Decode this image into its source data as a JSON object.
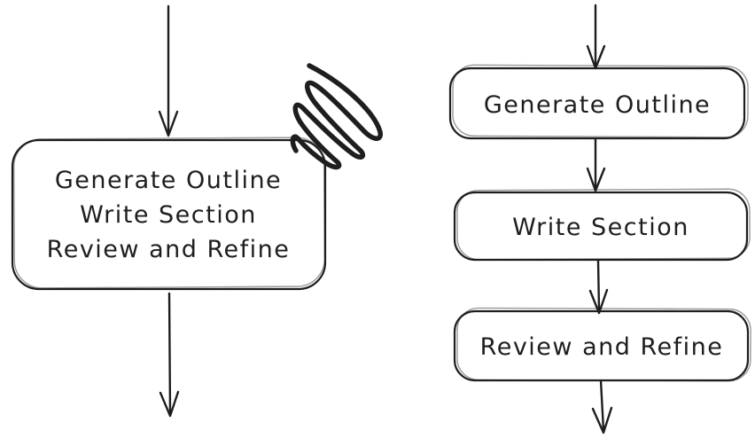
{
  "colors": {
    "stroke": "#1e1e1e",
    "background": "#ffffff"
  },
  "left_flow": {
    "description": "single combined process box",
    "combined_box": {
      "lines": [
        "Generate Outline",
        "Write Section",
        "Review and Refine"
      ]
    },
    "scribble_icon": "scratch-out-scribble"
  },
  "right_flow": {
    "description": "three chained process boxes",
    "steps": [
      "Generate Outline",
      "Write Section",
      "Review and Refine"
    ]
  }
}
